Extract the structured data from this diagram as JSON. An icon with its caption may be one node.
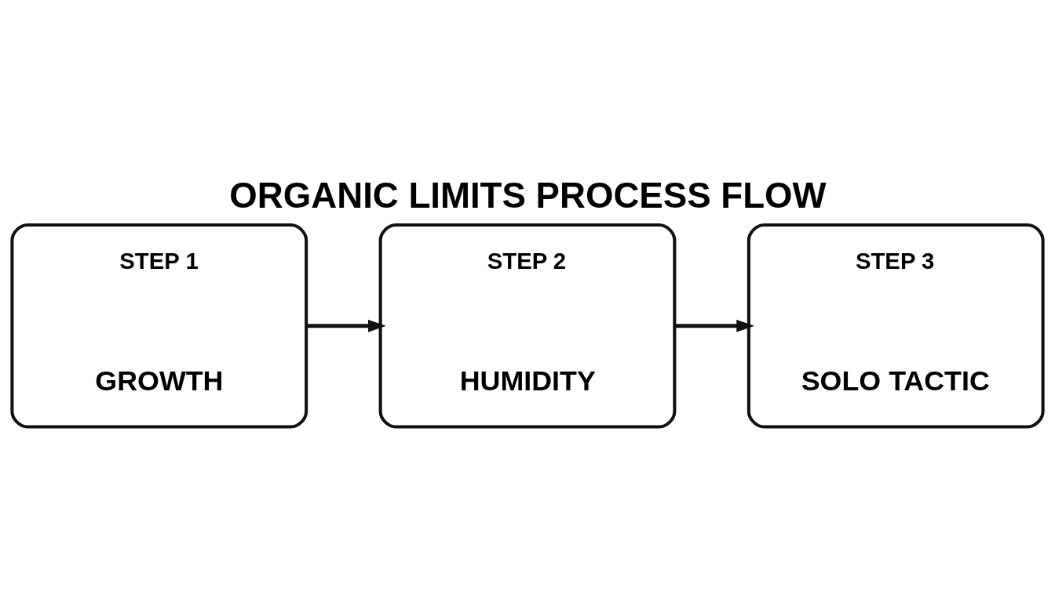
{
  "diagram": {
    "title": "ORGANIC LIMITS PROCESS FLOW",
    "nodes": [
      {
        "text": [
          "STEP 1",
          "GROWTH"
        ]
      },
      {
        "text": [
          "STEP 2",
          "HUMIDITY"
        ]
      },
      {
        "text": [
          "STEP 3",
          "SOLO TACTIC"
        ]
      }
    ],
    "edges": [
      {
        "from": 0,
        "to": 1,
        "arrow": "to"
      },
      {
        "from": 1,
        "to": 2,
        "arrow": "to"
      }
    ]
  }
}
